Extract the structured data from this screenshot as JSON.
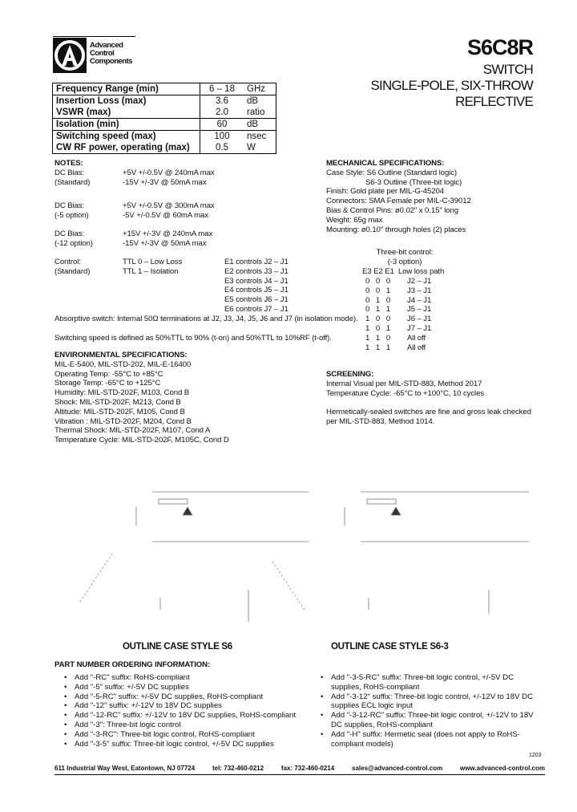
{
  "header": {
    "company": [
      "Advanced",
      "Control",
      "Components"
    ],
    "model": "S6C8R",
    "subtitle": [
      "SWITCH",
      "SINGLE-POLE, SIX-THROW",
      "REFLECTIVE"
    ]
  },
  "specs": [
    {
      "param": "Frequency Range (min)",
      "value": "6 – 18",
      "unit": "GHz"
    },
    {
      "param": "Insertion Loss (max)",
      "value": "3.6",
      "unit": "dB"
    },
    {
      "param": "VSWR (max)",
      "value": "2.0",
      "unit": "ratio"
    },
    {
      "param": "Isolation (min)",
      "value": "60",
      "unit": "dB"
    },
    {
      "param": "Switching speed (max)",
      "value": "100",
      "unit": "nsec"
    },
    {
      "param": "CW RF power, operating (max)",
      "value": "0.5",
      "unit": "W"
    }
  ],
  "notes": {
    "title": "NOTES:",
    "bias": [
      {
        "l1": "DC Bias:",
        "l2": "(Standard)",
        "v1": "+5V +/-0.5V @ 240mA max",
        "v2": "-15V +/-3V @ 50mA max"
      },
      {
        "l1": "DC Bias:",
        "l2": "(-5 option)",
        "v1": "+5V +/-0.5V @ 300mA max",
        "v2": "-5V +/-0.5V @ 60mA max"
      },
      {
        "l1": "DC Bias:",
        "l2": "(-12 option)",
        "v1": "+15V +/-3V @ 240mA max",
        "v2": "-15V +/-3V @ 50mA max"
      }
    ],
    "control_label": [
      "Control:",
      "(Standard)"
    ],
    "ttl": [
      "TTL 0 – Low Loss",
      "TTL 1 – Isolation"
    ],
    "controls": [
      "E1 controls J2 – J1",
      "E2 controls J3 – J1",
      "E3 controls J4 – J1",
      "E4 controls J5 – J1",
      "E5 controls J6 – J1",
      "E6 controls J7 – J1"
    ],
    "absorptive": "Absorptive switch: Internal 50Ω terminations at J2, J3, J4, J5, J6 and J7 (in isolation mode).",
    "switching": "Switching speed is defined as 50%TTL to 90% (t-on) and 50%TTL to 10%RF (t-off)."
  },
  "mechanical": {
    "title": "MECHANICAL SPECIFICATIONS:",
    "lines": [
      "Case Style:  S6 Outline (Standard logic)",
      "S6-3 Outline (Three-bit logic)",
      "Finish: Gold plate per MIL-G-45204",
      "Connectors: SMA Female per MIL-C-39012",
      "Bias & Control Pins: ø0.02\" x 0.15\" long",
      "Weight: 65g max",
      "Mounting: ø0.10\" through holes (2) places"
    ]
  },
  "threebit": {
    "title": "Three-bit control:",
    "option": "(-3 option)",
    "header": "E3 E2 E1  Low loss path",
    "rows": [
      {
        "bits": "0   0   0",
        "path": "J2 – J1"
      },
      {
        "bits": "0   0   1",
        "path": "J3 – J1"
      },
      {
        "bits": "0   1   0",
        "path": "J4 – J1"
      },
      {
        "bits": "0   1   1",
        "path": "J5 – J1"
      },
      {
        "bits": "1   0   0",
        "path": "J6 – J1"
      },
      {
        "bits": "1   0   1",
        "path": "J7 – J1"
      },
      {
        "bits": "1   1   0",
        "path": "All off"
      },
      {
        "bits": "1   1   1",
        "path": "All off"
      }
    ]
  },
  "environmental": {
    "title": "ENVIRONMENTAL SPECIFICATIONS:",
    "lines": [
      "MIL-E-5400, MIL-STD-202, MIL-E-16400",
      "Operating Temp: -55°C to +85°C",
      "Storage Temp: -65°C to +125°C",
      "Humidity: MIL-STD-202F, M103, Cond B",
      "Shock: MIL-STD-202F, M213, Cond B",
      "Altitude: MIL-STD-202F, M105, Cond B",
      "Vibration : MIL-STD-202F, M204, Cond B",
      "Thermal Shock: MIL-STD-202F, M107, Cond A",
      "Temperature Cycle: MIL-STD-202F, M105C, Cond D"
    ]
  },
  "screening": {
    "title": "SCREENING:",
    "lines": [
      "Internal Visual per MIL-STD-883, Method 2017",
      "Temperature Cycle: -65°C to +100°C, 10 cycles"
    ],
    "hermetic": [
      "Hermetically-sealed switches are fine and gross leak checked",
      "per MIL-STD-883, Method 1014."
    ]
  },
  "outlines": {
    "left": "OUTLINE CASE STYLE S6",
    "right": "OUTLINE CASE STYLE S6-3"
  },
  "ordering": {
    "title": "PART NUMBER ORDERING INFORMATION:",
    "left": [
      "Add \"-RC\" suffix: RoHS-compliant",
      "Add \"-5\" suffix: +/-5V DC supplies",
      "Add \"-5-RC\" suffix: +/-5V DC supplies, RoHS-compliant",
      "Add \"-12\" suffix: +/-12V to 18V DC supplies",
      "Add \"-12-RC\" suffix: +/-12V to 18V DC supplies, RoHS-compliant",
      "Add \"-3\": Three-bit logic control",
      "Add \"-3-RC\": Three-bit logic control, RoHS-compliant",
      "Add \"-3-5\" suffix: Three-bit logic control, +/-5V DC supplies"
    ],
    "right": [
      "Add \"-3-5-RC\" suffix: Three-bit logic control, +/-5V DC supplies, RoHS-compliant",
      "Add \"-3-12\" suffix: Three-bit logic control, +/-12V to 18V DC supplies ECL logic input",
      "Add \"-3-12-RC\" suffix: Three-bit logic control, +/-12V to 18V DC supplies, RoHS-compliant",
      "Add \"-H\" suffix: Hermetic seal (does not apply to RoHS-compliant models)"
    ]
  },
  "page_code": "1203",
  "footer": {
    "address": "611 Industrial Way West, Eatontown, NJ  07724",
    "tel": "tel: 732-460-0212",
    "fax": "fax: 732-460-0214",
    "email": "sales@advanced-control.com",
    "web": "www.advanced-control.com"
  }
}
